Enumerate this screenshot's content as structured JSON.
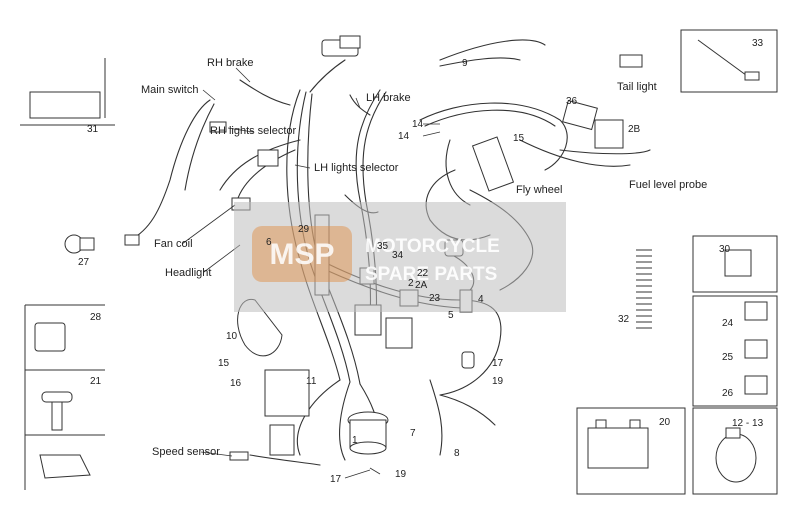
{
  "labels": {
    "rh_brake": "RH brake",
    "main_switch": "Main switch",
    "rh_lights_selector": "RH lights selector",
    "lh_lights_selector": "LH lights selector",
    "lh_brake": "LH brake",
    "tail_light": "Tail light",
    "fly_wheel": "Fly wheel",
    "fuel_level_probe": "Fuel level probe",
    "fan_coil": "Fan coil",
    "headlight": "Headlight",
    "speed_sensor": "Speed sensor"
  },
  "parts": {
    "p1": "1",
    "p2": "2",
    "p2a": "2A",
    "p2b": "2B",
    "p4": "4",
    "p5": "5",
    "p6": "6",
    "p7": "7",
    "p8": "8",
    "p9": "9",
    "p10": "10",
    "p11": "11",
    "p12_13": "12 - 13",
    "p14a": "14",
    "p14b": "14",
    "p15a": "15",
    "p15b": "15",
    "p16": "16",
    "p17a": "17",
    "p17b": "17",
    "p19a": "19",
    "p19b": "19",
    "p20": "20",
    "p21": "21",
    "p22": "22",
    "p23": "23",
    "p24": "24",
    "p25": "25",
    "p26": "26",
    "p27": "27",
    "p28": "28",
    "p29": "29",
    "p30": "30",
    "p31": "31",
    "p32": "32",
    "p33": "33",
    "p34": "34",
    "p35": "35",
    "p36": "36"
  },
  "watermark": {
    "logo_text": "MSP",
    "line1": "MOTORCYCLE",
    "line2": "SPARE PARTS"
  },
  "colors": {
    "line": "#333333",
    "watermark_box": "#b9b9b9",
    "watermark_logo": "#e08a3c"
  }
}
